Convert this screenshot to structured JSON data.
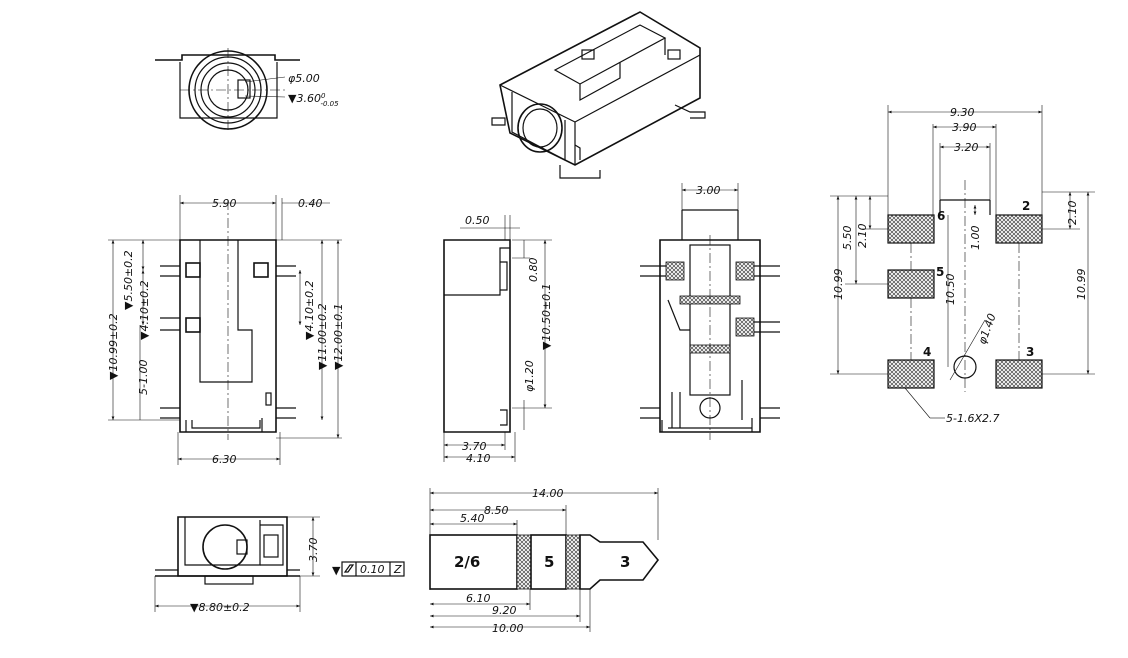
{
  "top_view": {
    "dia_outer": "φ5.00",
    "dia_inner": "3.60",
    "dia_inner_tol": "0\n-0.05"
  },
  "front_view": {
    "width_top": "5.90",
    "offset_top": "0.40",
    "width_bottom": "6.30",
    "left_dims": [
      "10.99±0.2",
      "5.50±0.2",
      "4.10±0.2",
      "5-1.00"
    ],
    "right_dims": [
      "4.10±0.2",
      "11.00±0.2",
      "12.00±0.1"
    ]
  },
  "side_view": {
    "top": "0.50",
    "d1": "0.80",
    "d2": "10.50±0.1",
    "d3": "φ1.20",
    "b1": "3.70",
    "b2": "4.10"
  },
  "pin_view": {
    "top": "3.00"
  },
  "footprint": {
    "dims_top": [
      "9.30",
      "3.90",
      "3.20"
    ],
    "dims_left": [
      "10.99",
      "5.50",
      "2.10"
    ],
    "dims_mid": [
      "1.00",
      "10.50",
      "φ1.40"
    ],
    "dims_right": [
      "2.10",
      "10.99"
    ],
    "pads": [
      "6",
      "2",
      "5",
      "4",
      "3"
    ],
    "pad_note": "5-1.6X2.7"
  },
  "bottom_view": {
    "height": "3.70",
    "width": "8.80±0.2",
    "flatness": "0.10",
    "datum": "Z"
  },
  "plug": {
    "dims_top": [
      "14.00",
      "8.50",
      "5.40"
    ],
    "dims_bottom": [
      "6.10",
      "9.20",
      "10.00"
    ],
    "segments": [
      "2/6",
      "5",
      "3"
    ]
  }
}
